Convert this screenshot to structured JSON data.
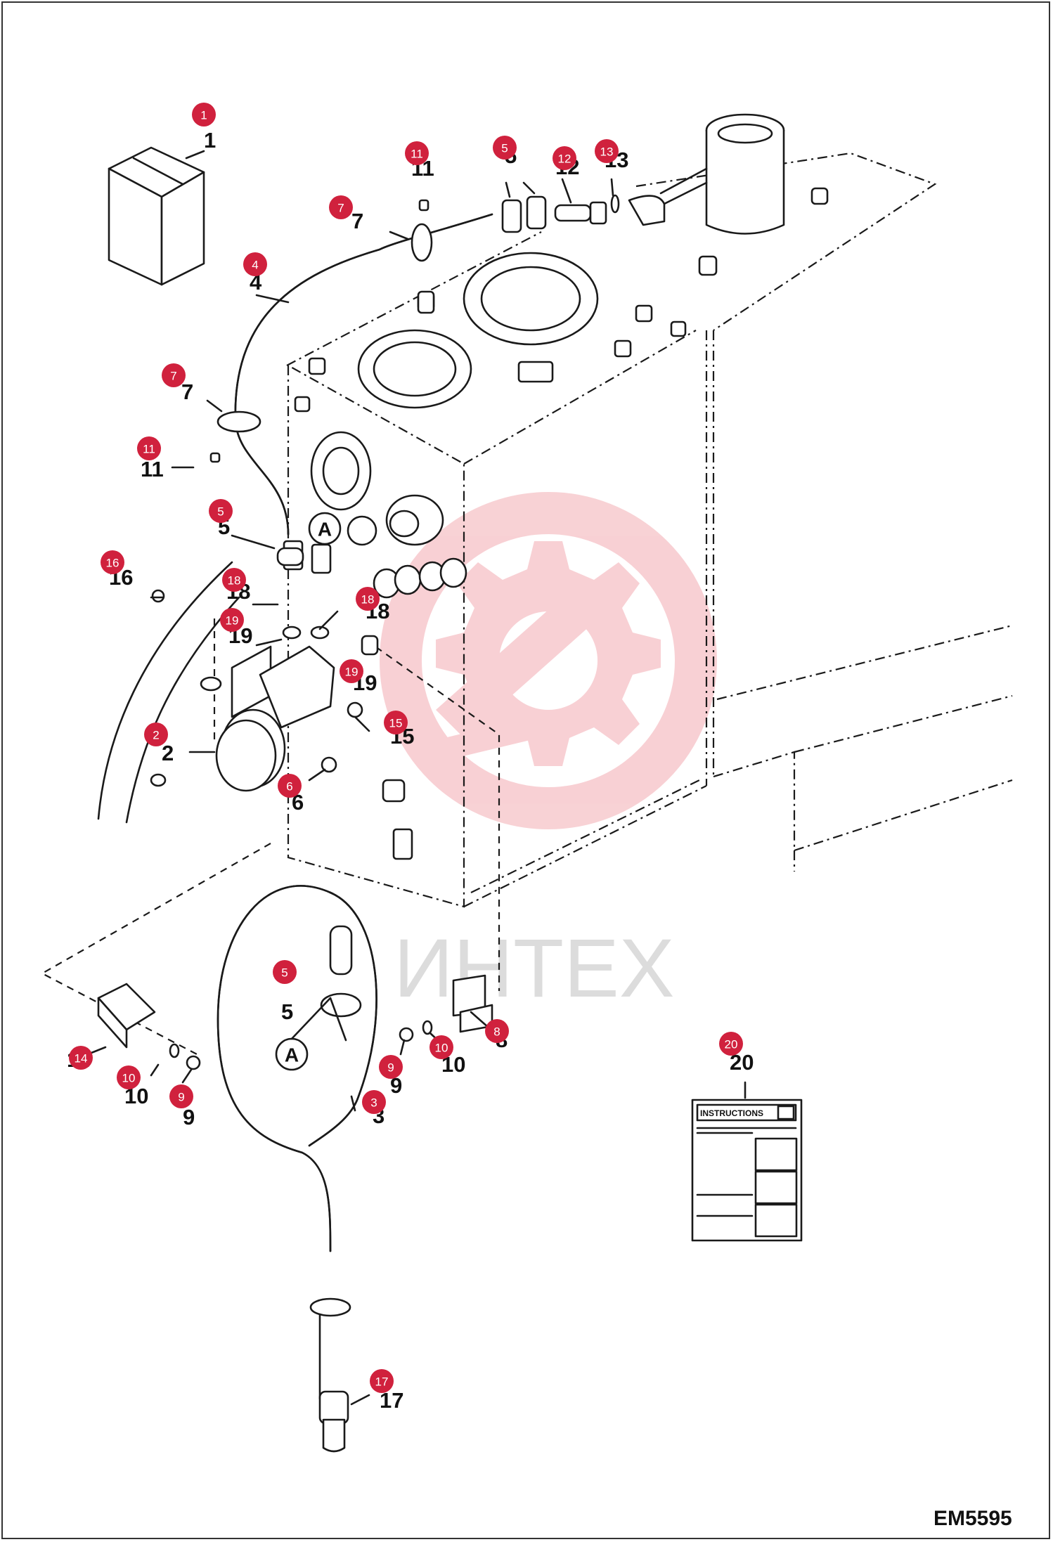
{
  "drawing_code": "EM5595",
  "watermark_text": "ИНТЕХ",
  "accent_color": "#d0213d",
  "instruction_card_text": "INSTRUCTIONS",
  "section_marker": "A",
  "callouts": [
    {
      "id": "c1",
      "number": "1"
    },
    {
      "id": "c2",
      "number": "2"
    },
    {
      "id": "c3",
      "number": "3"
    },
    {
      "id": "c4",
      "number": "4"
    },
    {
      "id": "c5a",
      "number": "5"
    },
    {
      "id": "c5b",
      "number": "5"
    },
    {
      "id": "c5c",
      "number": "5"
    },
    {
      "id": "c6",
      "number": "6"
    },
    {
      "id": "c7a",
      "number": "7"
    },
    {
      "id": "c7b",
      "number": "7"
    },
    {
      "id": "c8",
      "number": "8"
    },
    {
      "id": "c9a",
      "number": "9"
    },
    {
      "id": "c9b",
      "number": "9"
    },
    {
      "id": "c10a",
      "number": "10"
    },
    {
      "id": "c10b",
      "number": "10"
    },
    {
      "id": "c11a",
      "number": "11"
    },
    {
      "id": "c11b",
      "number": "11"
    },
    {
      "id": "c12",
      "number": "12"
    },
    {
      "id": "c13",
      "number": "13"
    },
    {
      "id": "c14",
      "number": "14"
    },
    {
      "id": "c15",
      "number": "15"
    },
    {
      "id": "c16",
      "number": "16"
    },
    {
      "id": "c17",
      "number": "17"
    },
    {
      "id": "c18a",
      "number": "18"
    },
    {
      "id": "c18b",
      "number": "18"
    },
    {
      "id": "c19a",
      "number": "19"
    },
    {
      "id": "c19b",
      "number": "19"
    },
    {
      "id": "c20",
      "number": "20"
    }
  ]
}
